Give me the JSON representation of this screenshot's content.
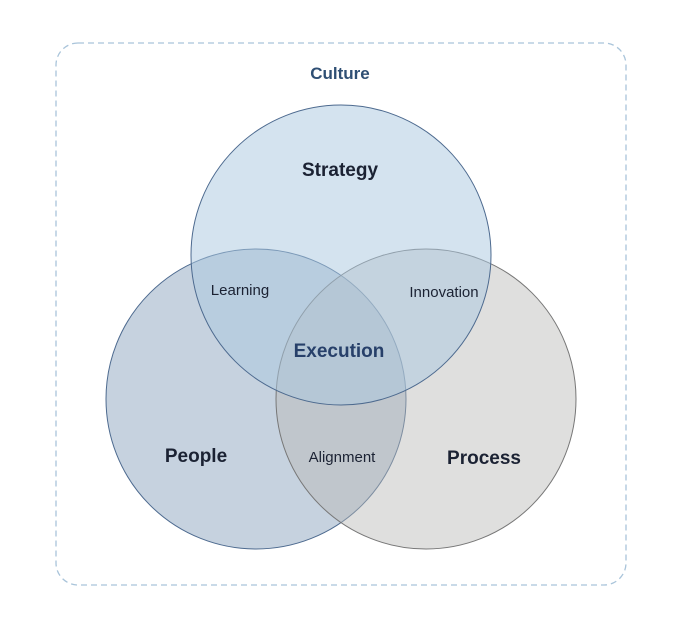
{
  "diagram": {
    "container_label": "Culture",
    "sets": {
      "strategy": "Strategy",
      "people": "People",
      "process": "Process"
    },
    "intersections": {
      "learning": "Learning",
      "innovation": "Innovation",
      "alignment": "Alignment",
      "center": "Execution"
    },
    "colors": {
      "container_border": "#a9c4da",
      "strategy_fill": "#a9c7e0",
      "strategy_stroke": "#4d6a8f",
      "people_fill": "#8ea6bf",
      "people_stroke": "#4d6a8f",
      "process_fill": "#b9b9b6",
      "process_stroke": "#777777",
      "title": "#2f4f74",
      "center_text": "#27406a"
    }
  }
}
